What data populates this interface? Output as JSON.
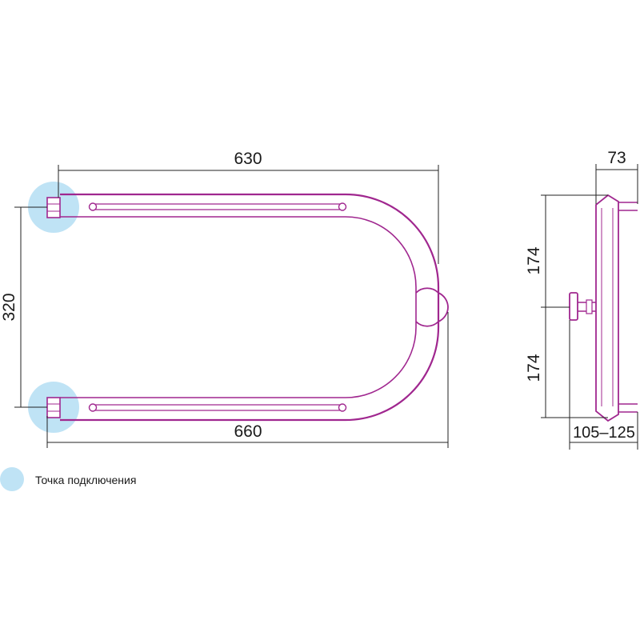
{
  "dimensions": {
    "top_width": "630",
    "bottom_width": "660",
    "height": "320",
    "side_depth": "73",
    "upper_half": "174",
    "lower_half": "174",
    "wall_distance": "105–125"
  },
  "legend": {
    "label": "Точка подключения"
  },
  "colors": {
    "pipe": "#a0278f",
    "connection_point": "#bfe3f5",
    "dimension_line": "#222222"
  }
}
